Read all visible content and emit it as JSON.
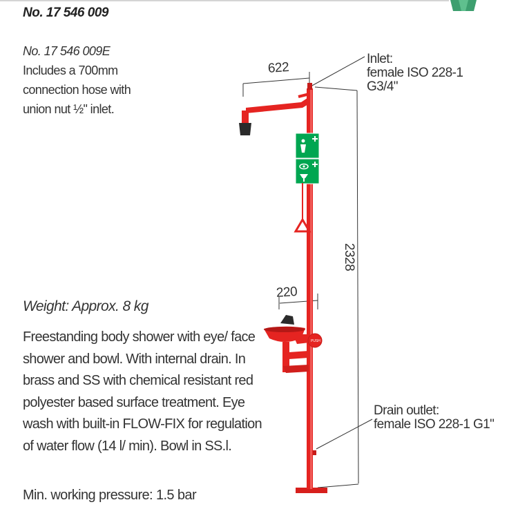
{
  "header": {
    "product_number": "No. 17 546 009"
  },
  "variant": {
    "number": "No. 17 546 009E",
    "lines": [
      "Includes a 700mm",
      "connection hose with",
      "union nut ½\" inlet."
    ]
  },
  "weight": "Weight: Approx. 8 kg",
  "description": "Freestanding body shower with eye/ face shower and bowl. With internal drain. In brass and SS with chemical resistant red polyester based surface treatment. Eye wash with built-in FLOW-FIX  for regulation of water flow (14 l/ min). Bowl in SS.l.",
  "pressure": "Min. working pressure: 1.5 bar",
  "dimensions": {
    "arm": "622",
    "bowl": "220",
    "height": "2328"
  },
  "callouts": {
    "inlet": [
      "Inlet:",
      "female ISO 228-1",
      "G3/4\""
    ],
    "drain": [
      "Drain outlet:",
      "female ISO 228-1 G1\""
    ]
  },
  "bowl_label": "PUSH",
  "colors": {
    "shower_red": "#e52421",
    "sign_green": "#00a651",
    "text": "#333333"
  },
  "icons": [
    "shower-sign-icon",
    "eyewash-sign-icon",
    "logo-icon"
  ]
}
